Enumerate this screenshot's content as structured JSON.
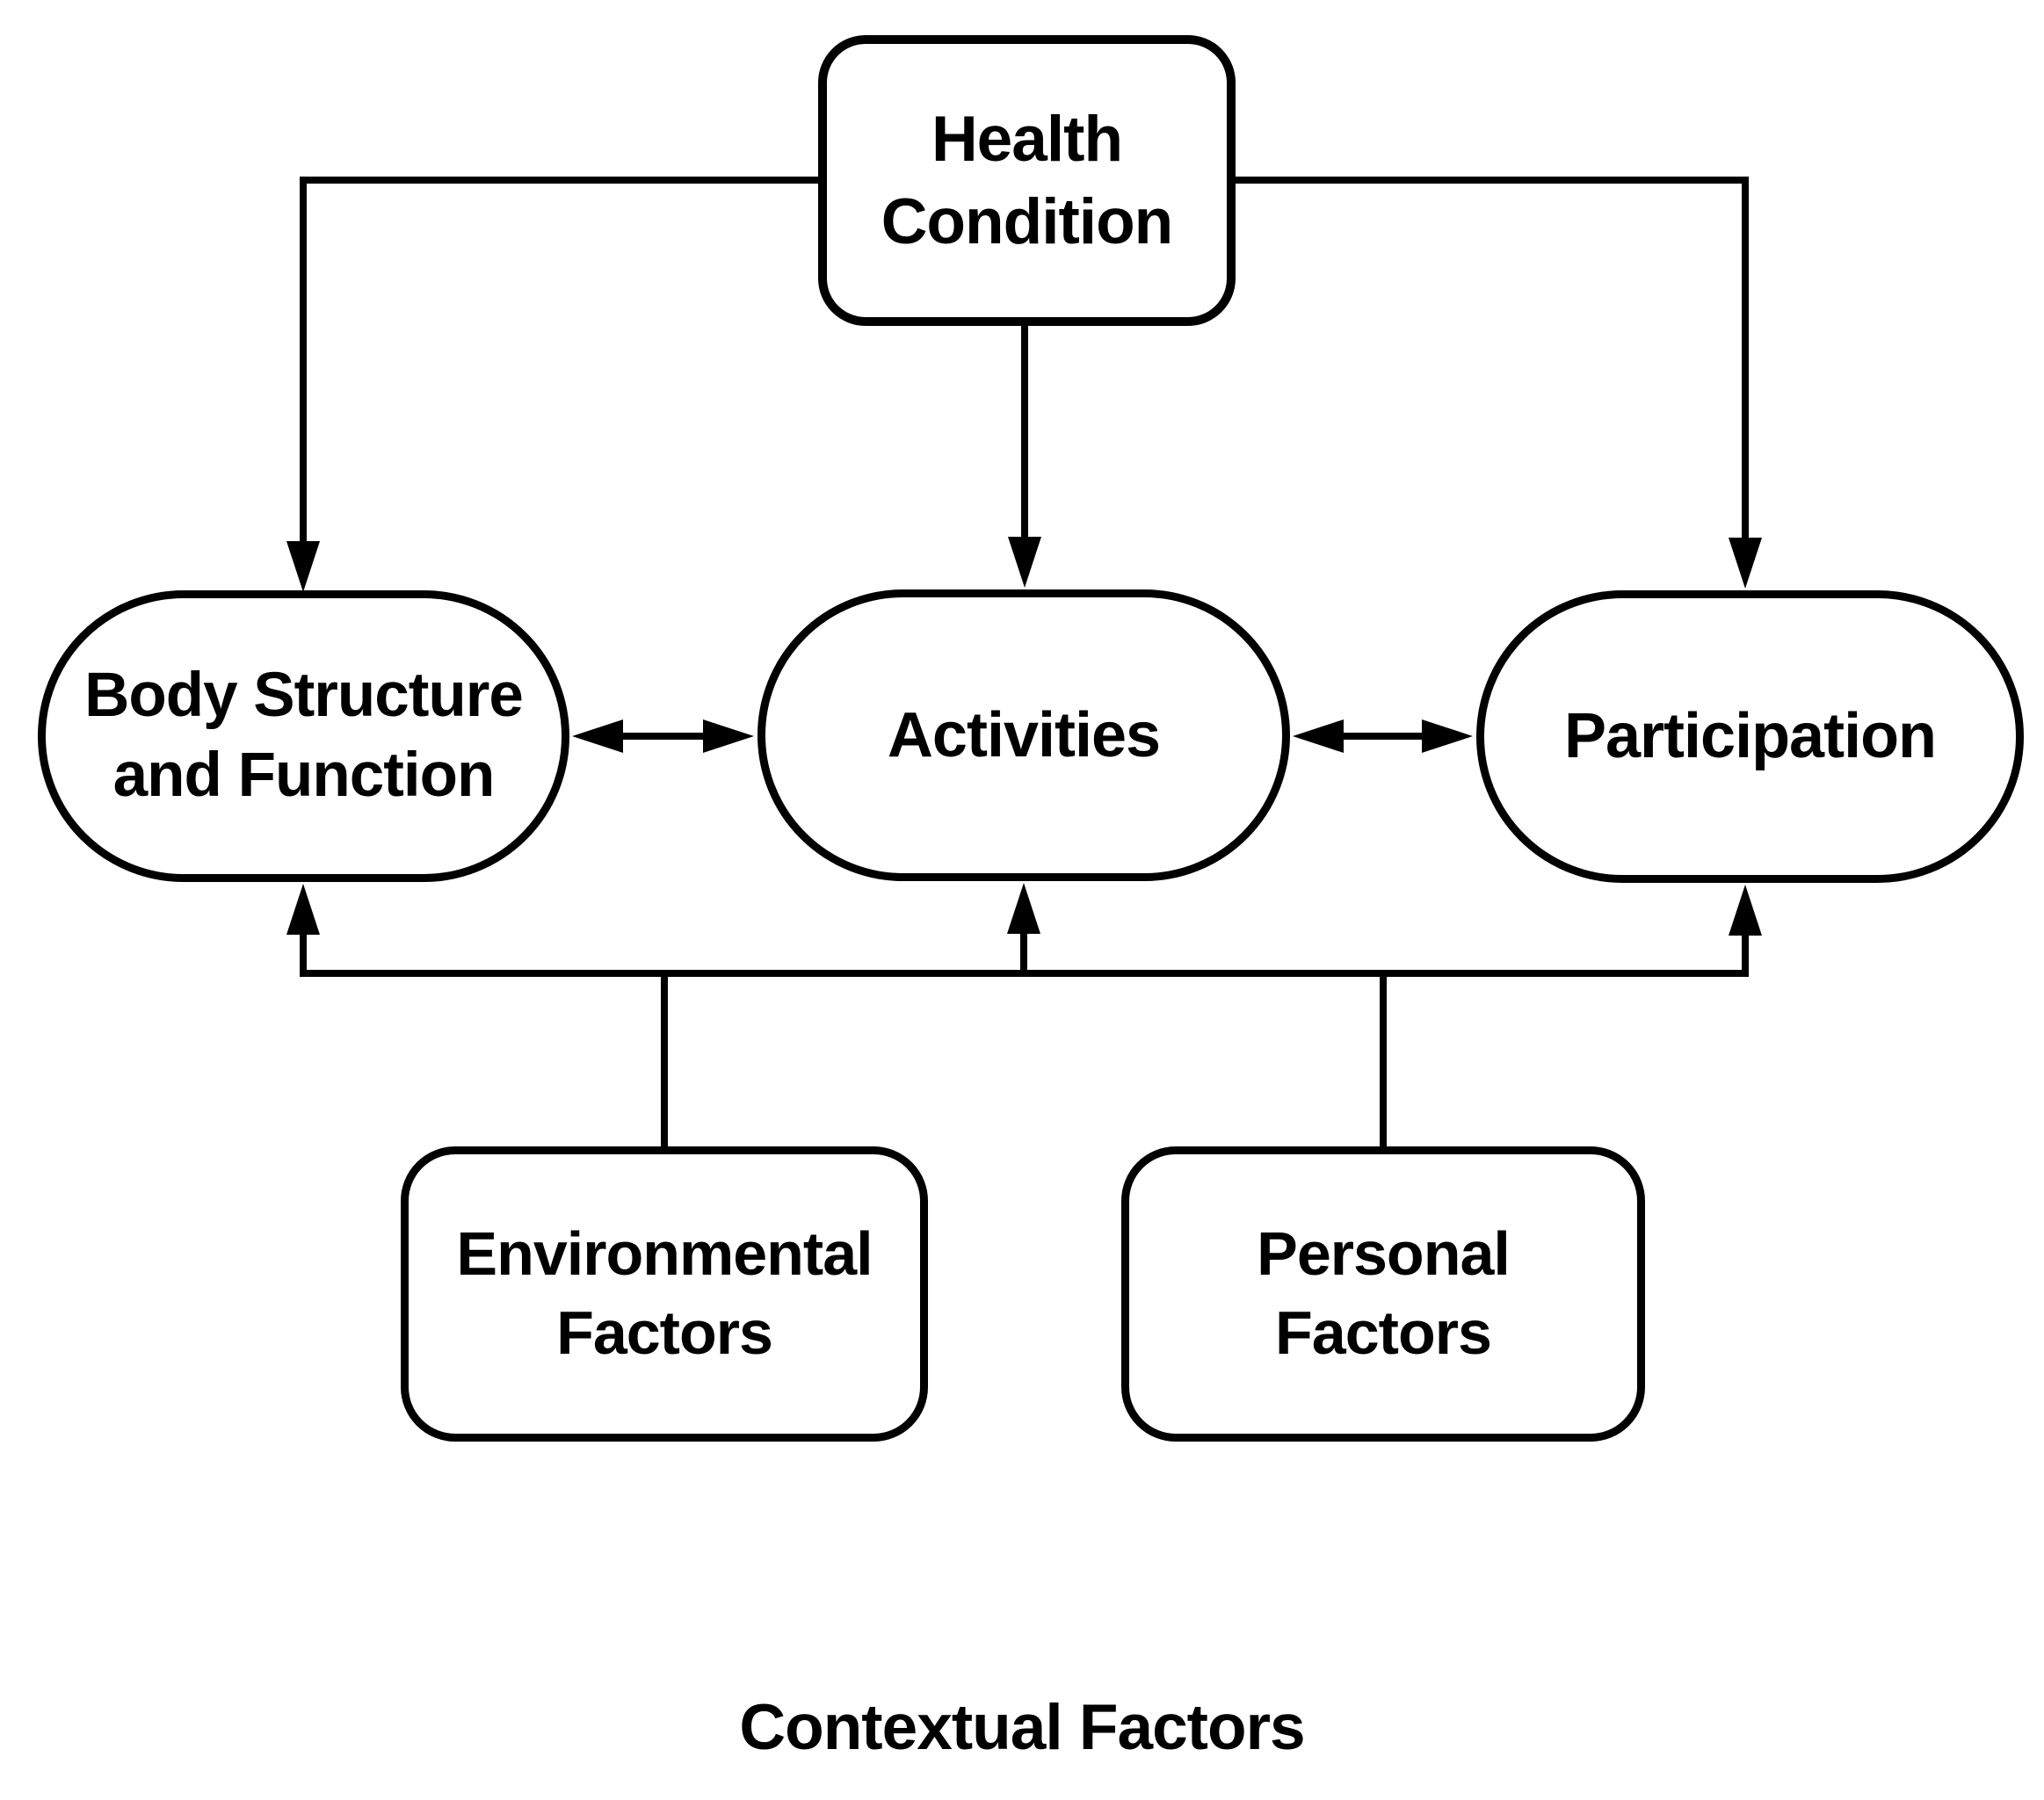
{
  "colors": {
    "background": "#ffffff",
    "line": "#000000",
    "text": "#000000"
  },
  "nodes": {
    "health_condition": {
      "label": "Health\nCondition",
      "shape": "rounded-rectangle"
    },
    "body_structure_function": {
      "label": "Body Structure\nand Function",
      "shape": "stadium"
    },
    "activities": {
      "label": "Activities",
      "shape": "stadium"
    },
    "participation": {
      "label": "Participation",
      "shape": "stadium"
    },
    "environmental_factors": {
      "label": "Environmental\nFactors",
      "shape": "rounded-rectangle"
    },
    "personal_factors": {
      "label": "Personal\nFactors",
      "shape": "rounded-rectangle"
    }
  },
  "caption": {
    "label": "Contextual Factors"
  },
  "edges": [
    {
      "from": "health_condition",
      "to": "body_structure_function",
      "style": "arrow"
    },
    {
      "from": "health_condition",
      "to": "activities",
      "style": "arrow"
    },
    {
      "from": "health_condition",
      "to": "participation",
      "style": "arrow"
    },
    {
      "from": "body_structure_function",
      "to": "activities",
      "style": "double-arrow"
    },
    {
      "from": "activities",
      "to": "participation",
      "style": "double-arrow"
    },
    {
      "from": "environmental_factors",
      "to": "contextual_line",
      "style": "line"
    },
    {
      "from": "personal_factors",
      "to": "contextual_line",
      "style": "line"
    },
    {
      "from": "contextual_line",
      "to": "body_structure_function",
      "style": "arrow"
    },
    {
      "from": "contextual_line",
      "to": "activities",
      "style": "arrow"
    },
    {
      "from": "contextual_line",
      "to": "participation",
      "style": "arrow"
    }
  ]
}
